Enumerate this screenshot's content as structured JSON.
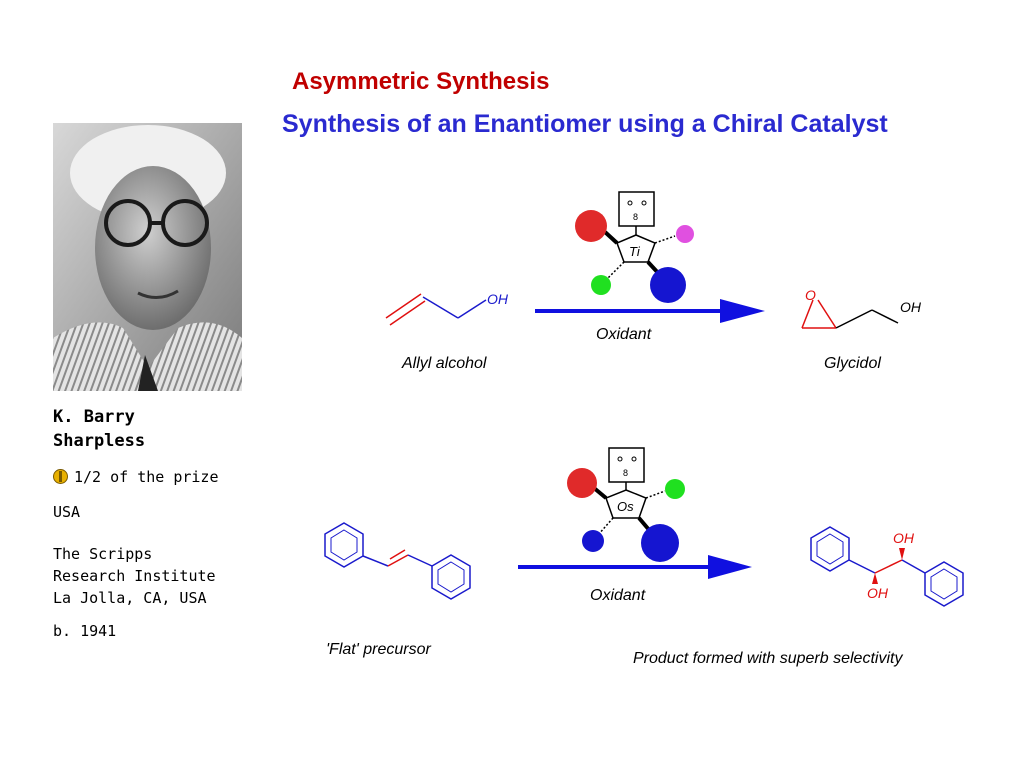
{
  "slide": {
    "title": "Asymmetric Synthesis",
    "subtitle": "Synthesis of an Enantiomer using a Chiral Catalyst"
  },
  "laureate": {
    "name": "K. Barry Sharpless",
    "prize": "1/2 of the prize",
    "country": "USA",
    "institution_line1": "The Scripps",
    "institution_line2": "Research Institute",
    "institution_line3": "La Jolla, CA, USA",
    "born": "b. 1941"
  },
  "reaction1": {
    "reactant_label": "Allyl alcohol",
    "reactant_group": "OH",
    "catalyst_metal": "Ti",
    "arrow_label": "Oxidant",
    "product_label": "Glycidol",
    "product_group": "OH",
    "product_ring_atom": "O"
  },
  "reaction2": {
    "reactant_label": "'Flat' precursor",
    "catalyst_metal": "Os",
    "arrow_label": "Oxidant",
    "product_label": "Product formed with superb selectivity",
    "product_group_top": "OH",
    "product_group_bottom": "OH"
  },
  "colors": {
    "title": "#c00000",
    "subtitle": "#2a2ad0",
    "arrow": "#1010e0",
    "bond_blue": "#1a1acc",
    "bond_red": "#e01010"
  }
}
